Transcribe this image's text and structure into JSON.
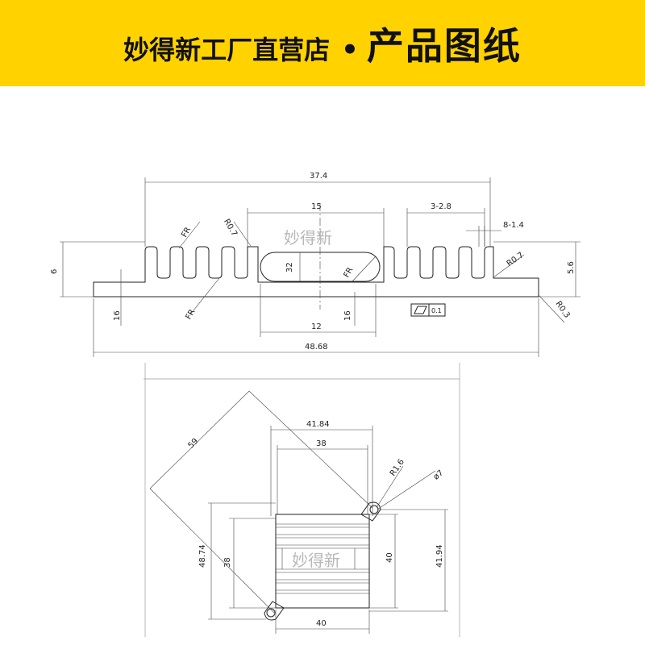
{
  "banner": {
    "store_name": "妙得新工厂直营店",
    "separator": "•",
    "title": "产品图纸",
    "background_color": "#ffd200"
  },
  "watermark": "妙得新",
  "profile_drawing": {
    "dims": {
      "overall_top": "37.4",
      "slot_width": "15",
      "fin_pitch": "3-2.8",
      "fin_thickness": "8-1.4",
      "radius_r07_left": "R0.7",
      "radius_fr_top": "FR",
      "radius_fr_bottom": "FR",
      "radius_fr_slot": "FR",
      "radius_r07_right": "R0.7",
      "radius_r03": "R0.3",
      "height_left": "6",
      "slot_height": "32",
      "base_left": "16",
      "base_center": "16",
      "slot_bottom": "12",
      "height_right": "5.6",
      "overall_bottom": "48.68",
      "flatness": "0.1"
    }
  },
  "top_view": {
    "dims": {
      "diagonal": "59",
      "outer_width": "41.84",
      "inner_width": "38",
      "radius_hole": "R1.6",
      "hole_dia": "ø7",
      "height_outer": "48.74",
      "height_inner": "38",
      "height_40": "40",
      "height_4194": "41.94",
      "bottom_width": "40"
    }
  }
}
